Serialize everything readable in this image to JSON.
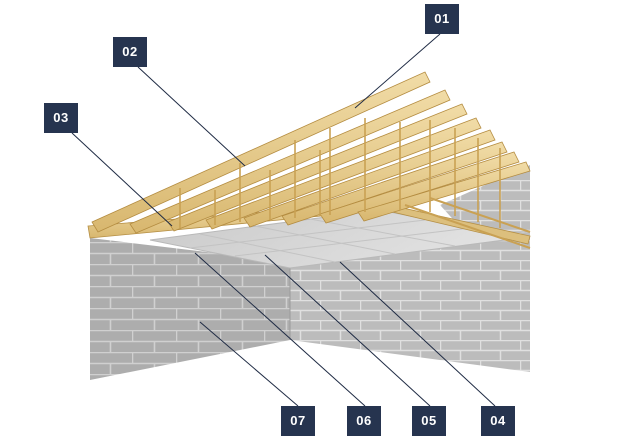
{
  "callouts": {
    "c01": "01",
    "c02": "02",
    "c03": "03",
    "c04": "04",
    "c05": "05",
    "c06": "06",
    "c07": "07"
  },
  "colors": {
    "callout_bg": "#26344f",
    "callout_text": "#ffffff",
    "timber": "#e8cf93",
    "timber_shadow": "#c9a55c",
    "blockwork": "#b4b4b4",
    "mortar": "#dcdcdc",
    "plasterboard": "#d6d6d6",
    "leader_line": "#1f2b44"
  },
  "icons": [
    "callout-badge",
    "leader-line",
    "roof-truss",
    "blockwork-wall",
    "ceiling-board"
  ]
}
